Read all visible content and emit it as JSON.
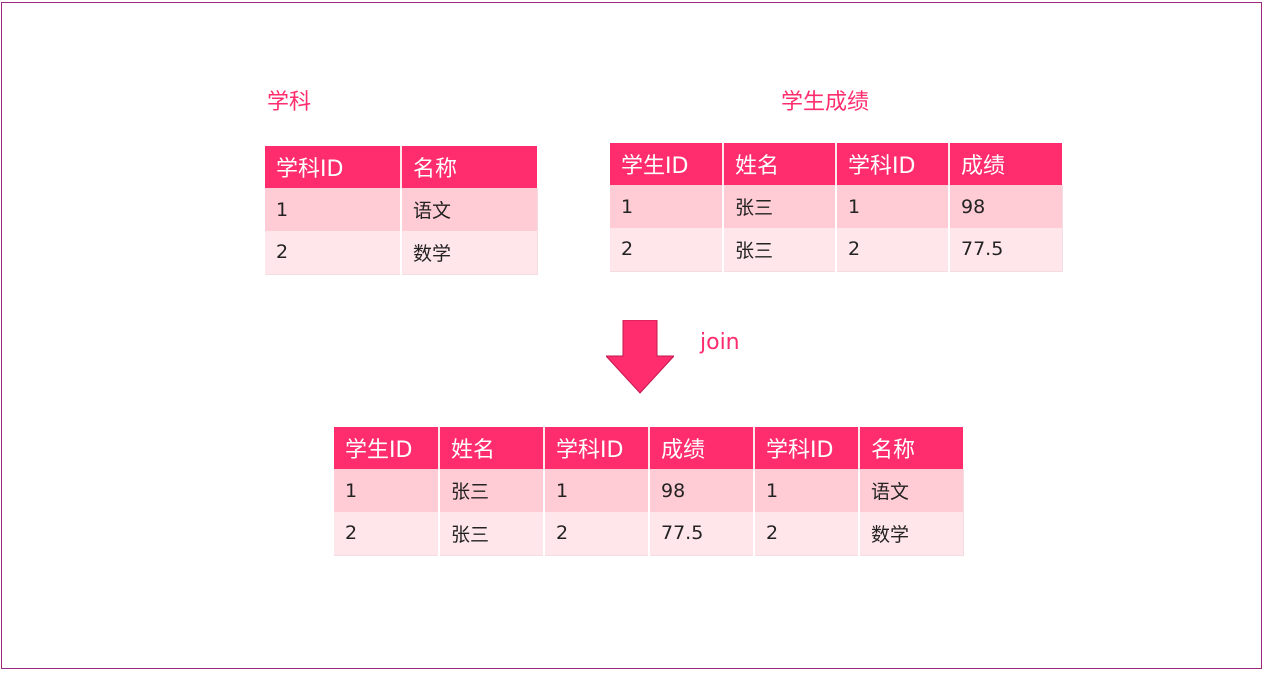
{
  "captions": {
    "subject": "学科",
    "scores": "学生成绩",
    "join": "join"
  },
  "subject_table": {
    "headers": [
      "学科ID",
      "名称"
    ],
    "rows": [
      [
        "1",
        "语文"
      ],
      [
        "2",
        "数学"
      ]
    ]
  },
  "score_table": {
    "headers": [
      "学生ID",
      "姓名",
      "学科ID",
      "成绩"
    ],
    "rows": [
      [
        "1",
        "张三",
        "1",
        "98"
      ],
      [
        "2",
        "张三",
        "2",
        "77.5"
      ]
    ]
  },
  "joined_table": {
    "headers": [
      "学生ID",
      "姓名",
      "学科ID",
      "成绩",
      "学科ID",
      "名称"
    ],
    "rows": [
      [
        "1",
        "张三",
        "1",
        "98",
        "1",
        "语文"
      ],
      [
        "2",
        "张三",
        "2",
        "77.5",
        "2",
        "数学"
      ]
    ]
  },
  "colors": {
    "accent": "#ff2d6d",
    "row_odd": "#ffccd6",
    "row_even": "#ffe6ea",
    "frame": "#9c2a7c"
  }
}
